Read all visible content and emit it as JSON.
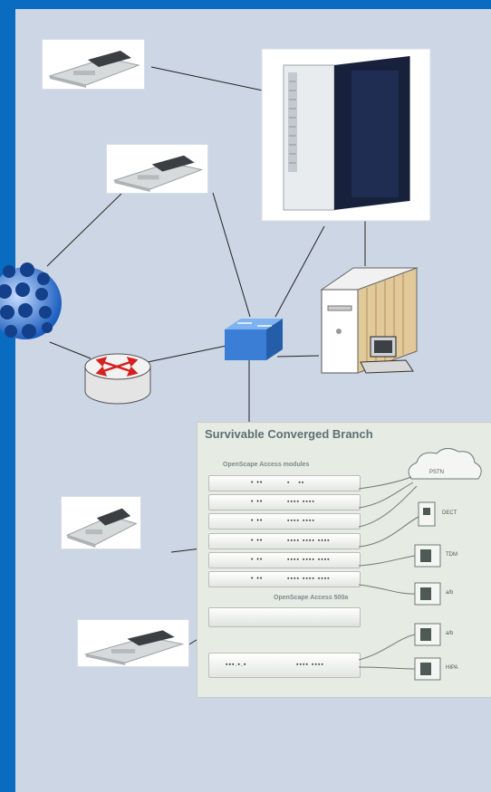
{
  "diagram": {
    "branch": {
      "title": "Survivable Converged Branch",
      "modules_label": "OpenScape Access modules",
      "box_label": "OpenScape Access 500a",
      "endpoints": [
        "PSTN",
        "DECT",
        "TDM",
        "a/b",
        "a/b",
        "HIPA"
      ]
    },
    "colors": {
      "border": "#0a6cc0",
      "background": "#cdd6e4",
      "switch": "#3a7fd5",
      "router_arrows": "#d42020"
    }
  }
}
